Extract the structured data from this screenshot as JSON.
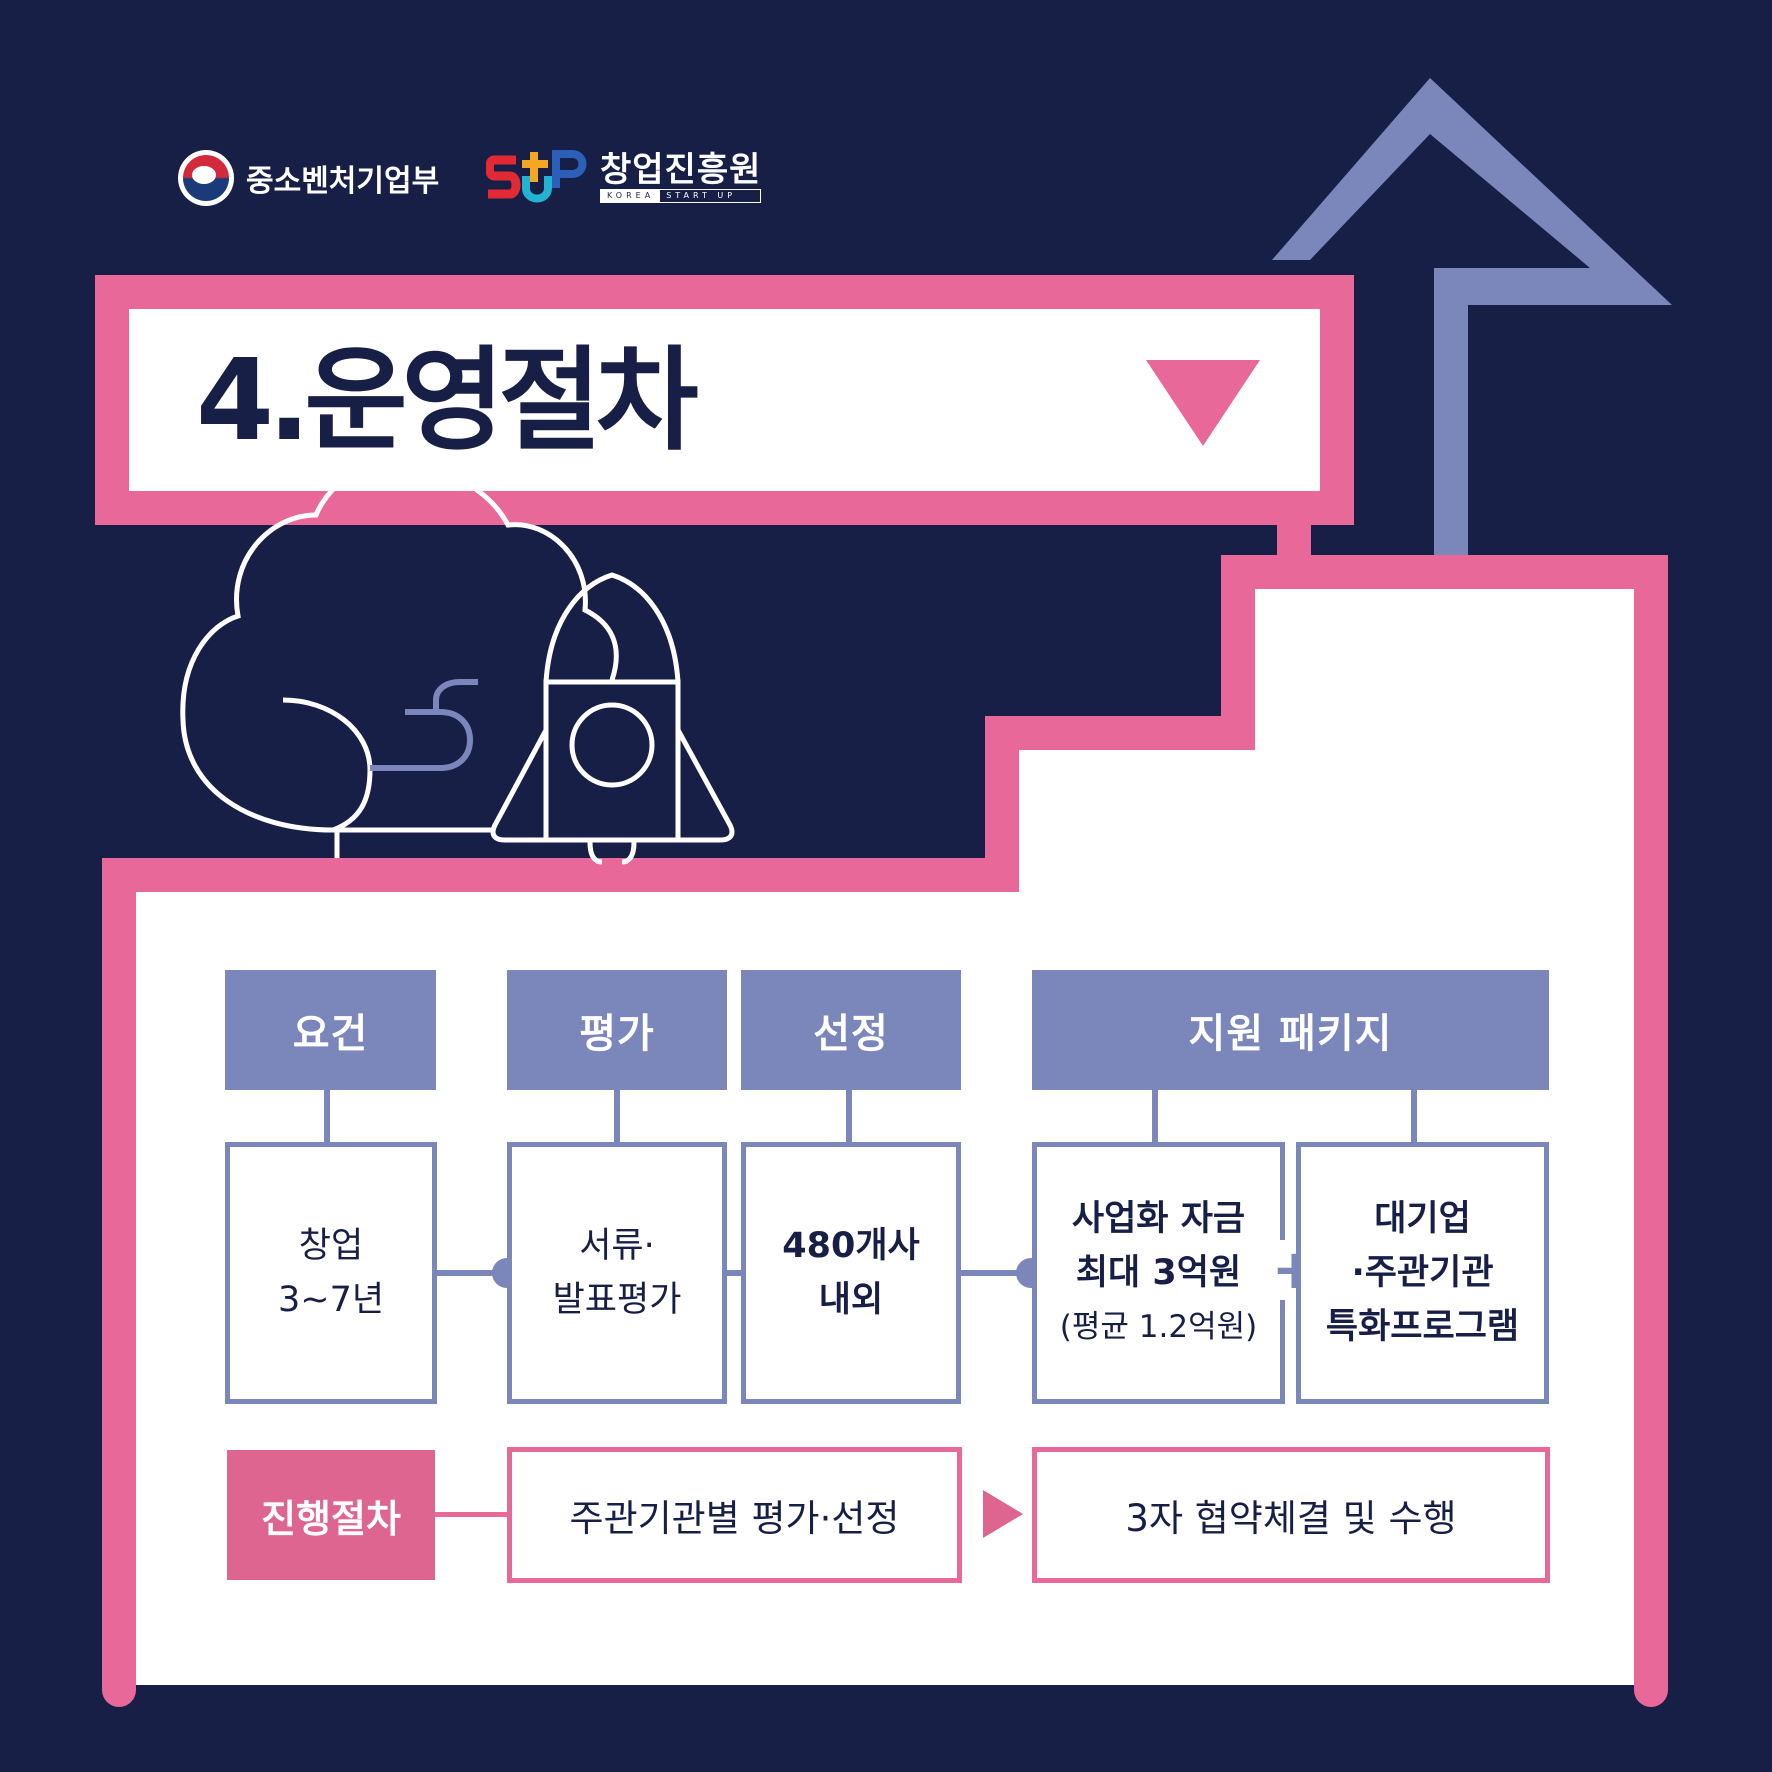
{
  "colors": {
    "background": "#181f47",
    "pink": "#e8689a",
    "lavender": "#7b86bb",
    "navy_text": "#181f47",
    "white": "#ffffff"
  },
  "logos": {
    "ministry": {
      "name": "중소벤처기업부",
      "icon": "taegeuk-emblem-icon"
    },
    "kised": {
      "name": "창업진흥원",
      "sub_left": "KOREA",
      "sub_right": "START UP",
      "icon": "stup-logo-icon"
    }
  },
  "title": {
    "text": "4.운영절차",
    "icon": "triangle-down-icon"
  },
  "illustration": {
    "items": [
      "tree-outline-icon",
      "rocket-outline-icon",
      "wind-swirl-icon",
      "up-arrow-icon",
      "stairs-shape"
    ]
  },
  "flow": {
    "headers": [
      {
        "label": "요건"
      },
      {
        "label": "평가"
      },
      {
        "label": "선정"
      },
      {
        "label": "지원 패키지"
      }
    ],
    "boxes": [
      {
        "lines": [
          "창업",
          "3~7년"
        ],
        "bold": false
      },
      {
        "lines": [
          "서류·",
          "발표평가"
        ],
        "bold": false
      },
      {
        "lines": [
          "480개사",
          "내외"
        ],
        "bold": true
      },
      {
        "lines": [
          "사업화 자금",
          "최대 3억원",
          "(평균 1.2억원)"
        ],
        "bold": true
      },
      {
        "lines": [
          "대기업",
          "·주관기관",
          "특화프로그램"
        ],
        "bold": true
      }
    ],
    "plus_symbol": "+"
  },
  "process": {
    "label": "진행절차",
    "steps": [
      {
        "text": "주관기관별 평가·선정"
      },
      {
        "text": "3자 협약체결 및 수행"
      }
    ],
    "arrow_icon": "triangle-right-icon"
  }
}
